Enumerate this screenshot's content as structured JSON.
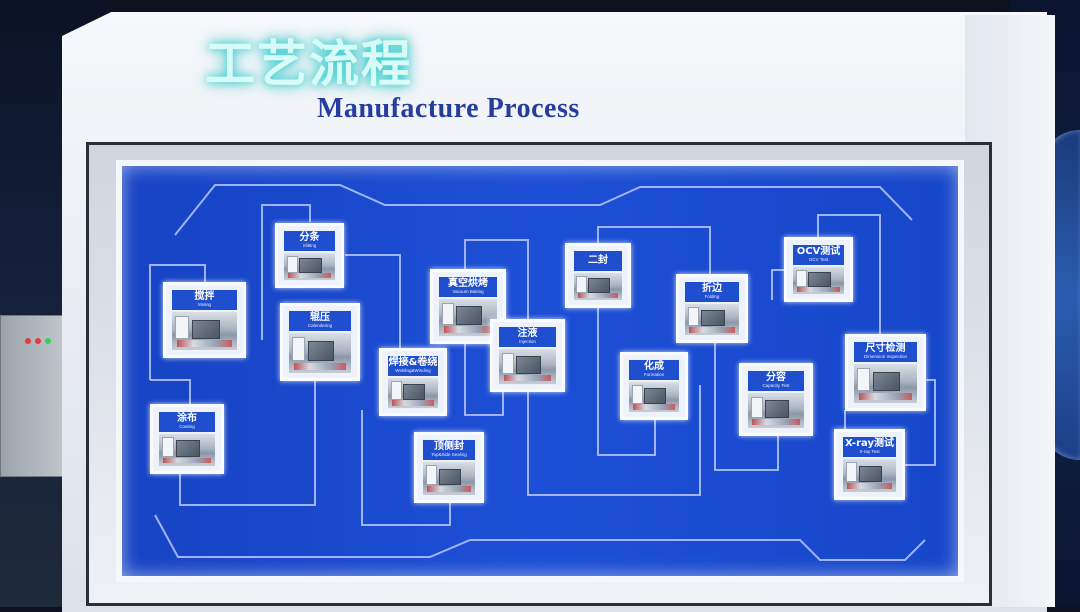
{
  "header": {
    "title_cn": "工艺流程",
    "title_en": "Manufacture Process"
  },
  "colors": {
    "board_blue": "#1d4fd6",
    "label_blue": "#1f4fcf",
    "title_glow": "#39d6d2",
    "title_en": "#253d9e"
  },
  "steps": [
    {
      "cn": "搅拌",
      "en": "Mixing"
    },
    {
      "cn": "涂布",
      "en": "Coating"
    },
    {
      "cn": "分条",
      "en": "Slitting"
    },
    {
      "cn": "辊压",
      "en": "Calendering"
    },
    {
      "cn": "焊接&卷绕",
      "en": "Welding&Winding"
    },
    {
      "cn": "真空烘烤",
      "en": "Vacuum Baking"
    },
    {
      "cn": "顶侧封",
      "en": "Top&Side Sealing"
    },
    {
      "cn": "注液",
      "en": "Injection"
    },
    {
      "cn": "二封",
      "en": ""
    },
    {
      "cn": "化成",
      "en": "Formation"
    },
    {
      "cn": "折边",
      "en": "Folding"
    },
    {
      "cn": "分容",
      "en": "Capacity Test"
    },
    {
      "cn": "OCV测试",
      "en": "OCV Test"
    },
    {
      "cn": "尺寸检测",
      "en": "Dimension Inspection"
    },
    {
      "cn": "X-ray测试",
      "en": "X-ray Test"
    }
  ]
}
